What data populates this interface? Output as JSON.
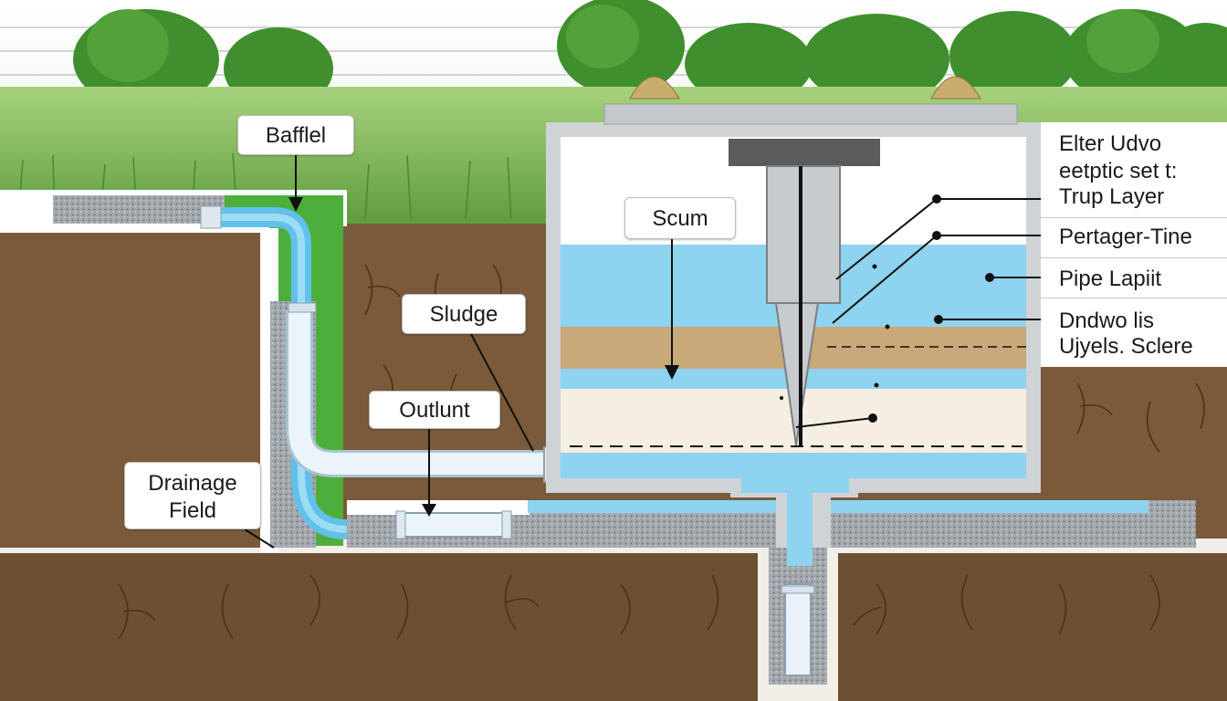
{
  "labels": {
    "baffle": "Bafflel",
    "scum": "Scum",
    "sludge": "Sludge",
    "outlet": "Outlunt",
    "drainage_line1": "Drainage",
    "drainage_line2": "Field"
  },
  "side_panel": {
    "line1": "Elter Udvo",
    "line2": "eetptic set t:",
    "line3": "Trup Layer",
    "line4": "Pertager-Tine",
    "line5": "Pipe Lapiit",
    "line6": "Dndwo lis",
    "line7": "Ujyels. Sclere"
  },
  "colors": {
    "soil": "#7a5a3a",
    "soil_dark": "#5e4128",
    "grass": "#8cc06a",
    "tree": "#3f8f2e",
    "water": "#8ed3ef",
    "sludge": "#c9a87a",
    "gravel": "#9aa0a8",
    "pipe": "#e9f2f8",
    "green_channel": "#4caf3c",
    "tank_wall": "#cfd3d6",
    "ink": "#111111"
  }
}
